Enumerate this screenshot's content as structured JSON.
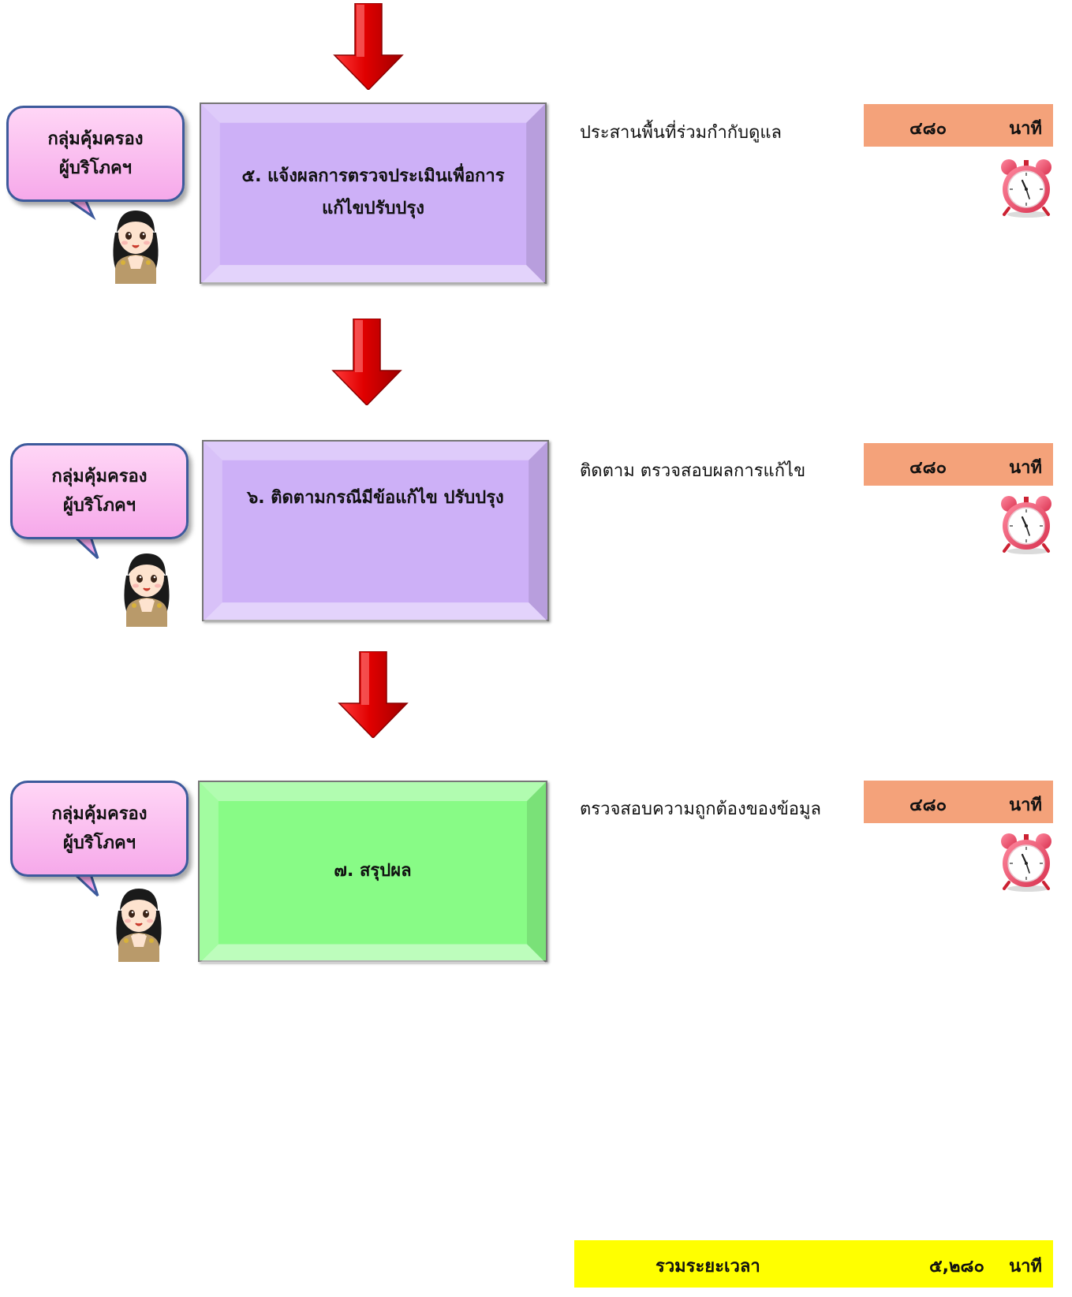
{
  "steps": [
    {
      "bubble_line1": "กลุ่มคุ้มครอง",
      "bubble_line2": "ผู้บริโภคฯ",
      "box_text": "๕. แจ้งผลการตรวจประเมินเพื่อการแก้ไขปรับปรุง",
      "description": "ประสานพื้นที่ร่วมกำกับดูแล",
      "time_value": "๔๘๐",
      "time_unit": "นาที"
    },
    {
      "bubble_line1": "กลุ่มคุ้มครอง",
      "bubble_line2": "ผู้บริโภคฯ",
      "box_text": "๖. ติดตามกรณีมีข้อแก้ไข ปรับปรุง",
      "description": "ติดตาม ตรวจสอบผลการแก้ไข",
      "time_value": "๔๘๐",
      "time_unit": "นาที"
    },
    {
      "bubble_line1": "กลุ่มคุ้มครอง",
      "bubble_line2": "ผู้บริโภคฯ",
      "box_text": "๗. สรุปผล",
      "description": "ตรวจสอบความถูกต้องของข้อมูล",
      "time_value": "๔๘๐",
      "time_unit": "นาที"
    }
  ],
  "total": {
    "label": "รวมระยะเวลา",
    "value": "๕,๒๘๐",
    "unit": "นาที"
  },
  "colors": {
    "arrow": "#e00000",
    "process_purple": "#cdb0f7",
    "process_green": "#88fb86",
    "bubble": "#f6a9ea",
    "time_bar": "#f4a27a",
    "total_bar": "#ffff00"
  },
  "icons": [
    "down-arrow-icon",
    "alarm-clock-icon",
    "officer-avatar-icon"
  ]
}
